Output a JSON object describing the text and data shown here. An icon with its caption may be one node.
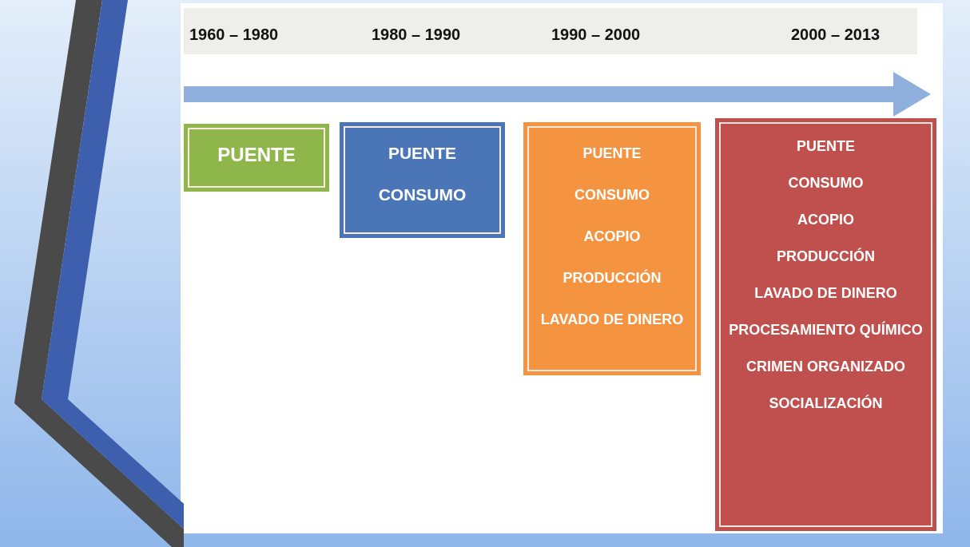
{
  "diagram": {
    "nodes": [
      {
        "text": [
          "PUENTE"
        ]
      },
      {
        "text": [
          "PUENTE",
          "CONSUMO"
        ]
      },
      {
        "text": [
          "PUENTE",
          "CONSUMO",
          "ACOPIO",
          "PRODUCCIÓN",
          "LAVADO DE DINERO"
        ]
      },
      {
        "text": [
          "PUENTE",
          "CONSUMO",
          "ACOPIO",
          "PRODUCCIÓN",
          "LAVADO DE DINERO",
          "PROCESAMIENTO QUÍMICO",
          "CRIMEN ORGANIZADO",
          "SOCIALIZACIÓN"
        ]
      }
    ],
    "edges": [],
    "labels": [
      "1960 – 1980",
      "1980 – 1990",
      "1990 – 2000",
      "2000 – 2013"
    ]
  }
}
